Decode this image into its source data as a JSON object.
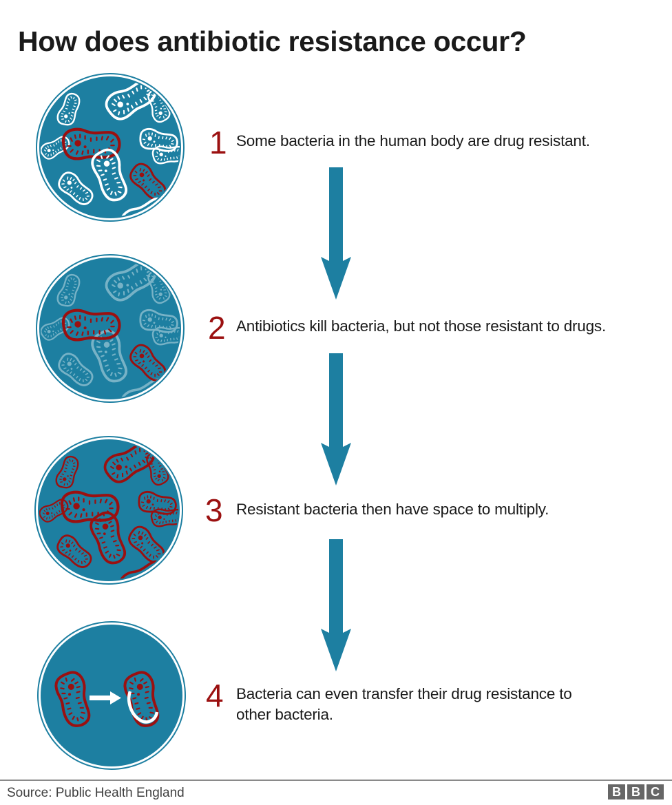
{
  "title": "How does antibiotic resistance occur?",
  "colors": {
    "teal": "#1d7fa1",
    "red": "#9b1010",
    "white": "#ffffff",
    "text": "#1a1a1a",
    "divider": "#8a8a8a",
    "logo_bg": "#666666"
  },
  "steps": [
    {
      "number": "1",
      "text": "Some bacteria in the human body are drug resistant.",
      "illustration": "mixed-bacteria-circle"
    },
    {
      "number": "2",
      "text": "Antibiotics kill bacteria, but not those resistant to drugs.",
      "illustration": "faded-bacteria-circle"
    },
    {
      "number": "3",
      "text": "Resistant bacteria then have space to multiply.",
      "illustration": "resistant-bacteria-circle"
    },
    {
      "number": "4",
      "text_line1": "Bacteria can even transfer their drug resistance to",
      "text_line2": "other bacteria.",
      "illustration": "transfer-bacteria-circle"
    }
  ],
  "arrows": [
    "down-arrow",
    "down-arrow",
    "down-arrow"
  ],
  "footer": {
    "source": "Source: Public Health England",
    "logo": [
      "B",
      "B",
      "C"
    ]
  }
}
